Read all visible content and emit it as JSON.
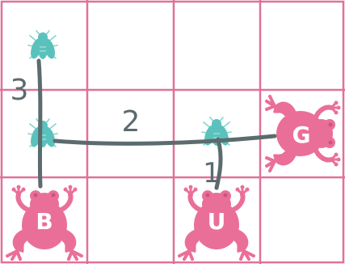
{
  "board": {
    "rows": 3,
    "cols": 4,
    "grid_color": "#e0719a",
    "background": "#ffffff"
  },
  "colors": {
    "frog": "#ea6f98",
    "fly": "#5bc1bd",
    "fly_stroke": "#7fd6cf",
    "path": "#5b6b6e",
    "letter": "#ffffff"
  },
  "flies": [
    {
      "icon": "fly-icon",
      "row": 0,
      "col": 0
    },
    {
      "icon": "fly-icon",
      "row": 1,
      "col": 0
    },
    {
      "icon": "fly-icon",
      "row": 1,
      "col": 2
    }
  ],
  "frogs": [
    {
      "label": "B",
      "icon": "frog-icon",
      "row": 2,
      "col": 0,
      "facing": "up"
    },
    {
      "label": "U",
      "icon": "frog-icon",
      "row": 2,
      "col": 2,
      "facing": "up"
    },
    {
      "label": "G",
      "icon": "frog-icon",
      "row": 1,
      "col": 3,
      "facing": "left"
    }
  ],
  "paths": [
    {
      "number": "1"
    },
    {
      "number": "2"
    },
    {
      "number": "3"
    }
  ]
}
